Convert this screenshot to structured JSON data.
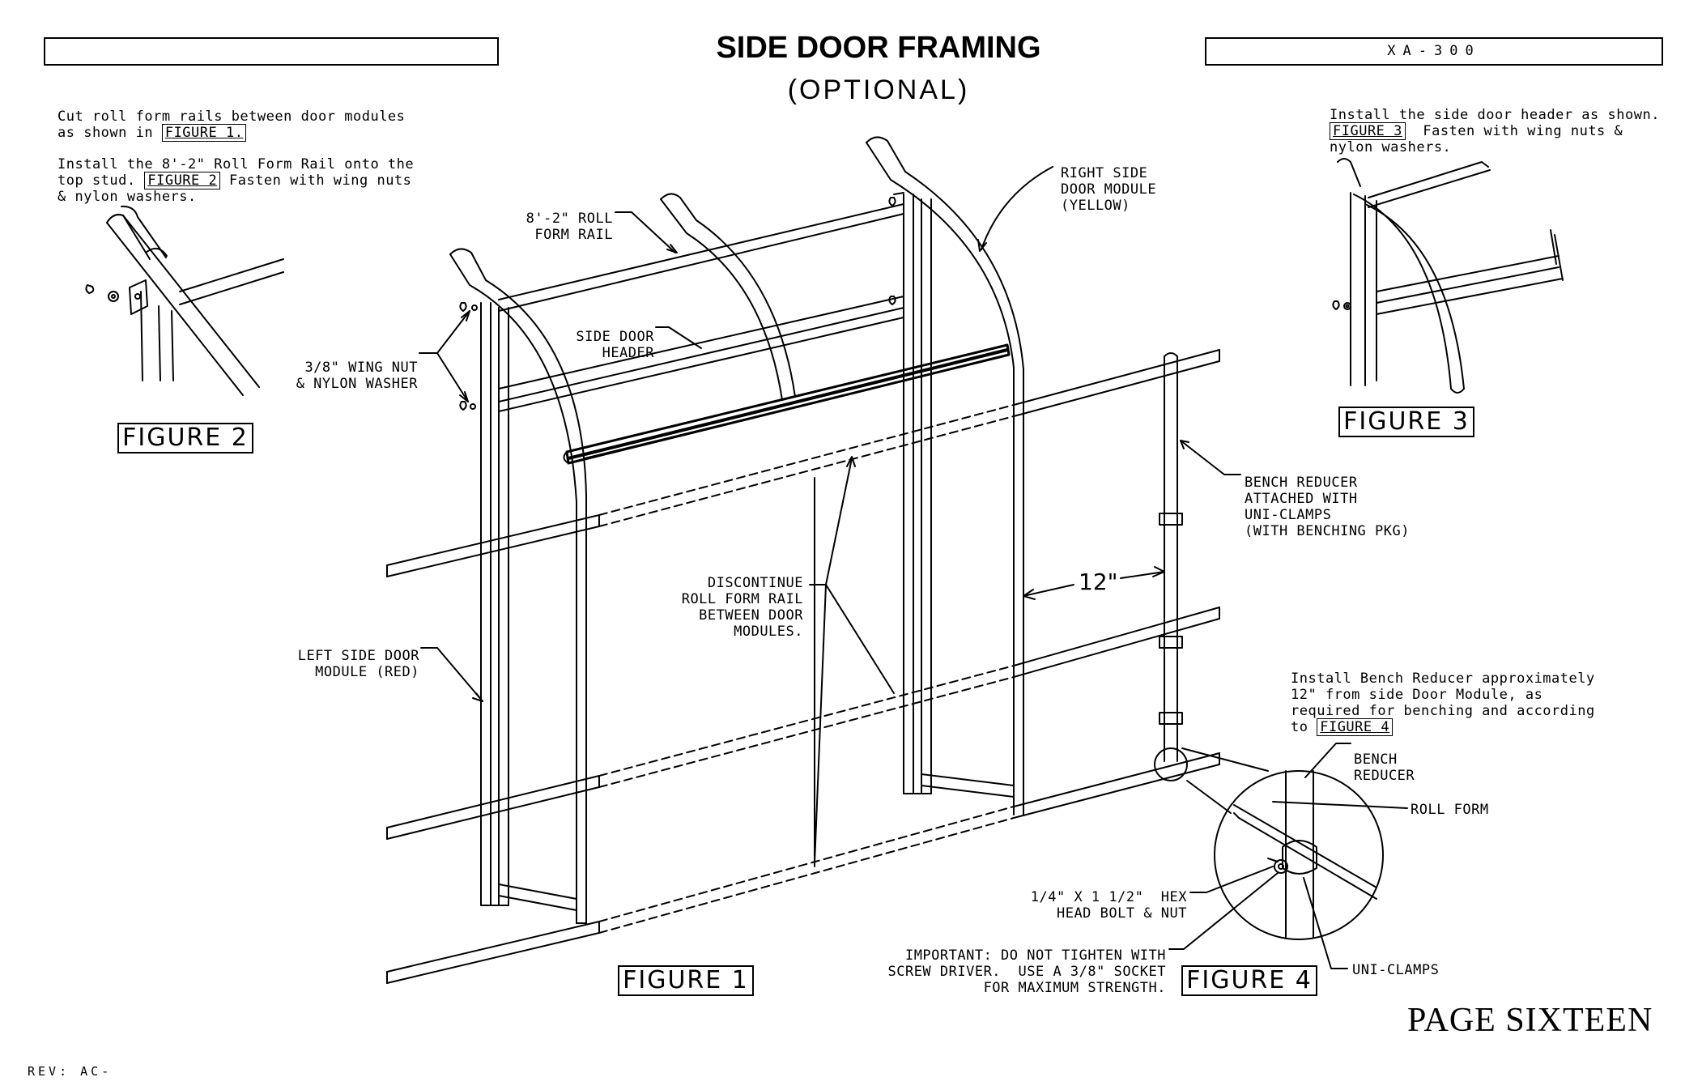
{
  "header": {
    "title": "SIDE DOOR FRAMING",
    "subtitle": "(OPTIONAL)",
    "left_box": "",
    "doc_number": "XA-300"
  },
  "instructions": {
    "step1_line1": "Cut roll form rails between door modules",
    "step1_line2_pre": "as shown in ",
    "step1_ref": "FIGURE 1.",
    "step2_line1": "Install the 8'-2\" Roll Form Rail onto the",
    "step2_line2_pre": "top stud. ",
    "step2_ref": "FIGURE 2",
    "step2_line2_post": " Fasten with wing nuts",
    "step2_line3": "& nylon washers.",
    "step3_line1": "Install the side door header as shown.",
    "step3_ref": "FIGURE 3",
    "step3_line2_post": "  Fasten with wing nuts &",
    "step3_line3": "nylon washers.",
    "step4_line1": "Install Bench Reducer approximately",
    "step4_line2": "12\" from side Door Module, as",
    "step4_line3": "required for benching and according",
    "step4_line4_pre": "to ",
    "step4_ref": "FIGURE 4"
  },
  "callouts": {
    "roll_form_rail": [
      "8'-2\" ROLL",
      "FORM RAIL"
    ],
    "right_module": [
      "RIGHT SIDE",
      "DOOR MODULE",
      "(YELLOW)"
    ],
    "wing_nut": [
      "3/8\" WING NUT",
      "& NYLON WASHER"
    ],
    "side_door_header": [
      "SIDE DOOR",
      "HEADER"
    ],
    "bench_reducer_attached": [
      "BENCH REDUCER",
      "ATTACHED WITH",
      "UNI-CLAMPS",
      "(WITH BENCHING PKG)"
    ],
    "discontinue": [
      "DISCONTINUE",
      "ROLL FORM RAIL",
      "BETWEEN DOOR",
      "MODULES."
    ],
    "dimension": "12\"",
    "left_module": [
      "LEFT SIDE DOOR",
      "MODULE (RED)"
    ],
    "bench_reducer": [
      "BENCH",
      "REDUCER"
    ],
    "roll_form": "ROLL FORM",
    "hex_bolt": [
      "1/4\" X 1 1/2\"  HEX",
      "HEAD BOLT & NUT"
    ],
    "important": [
      "IMPORTANT: DO NOT TIGHTEN WITH",
      "SCREW DRIVER.  USE A 3/8\" SOCKET",
      "FOR MAXIMUM STRENGTH."
    ],
    "uni_clamps": "UNI-CLAMPS"
  },
  "figures": {
    "fig1": "FIGURE 1",
    "fig2": "FIGURE 2",
    "fig3": "FIGURE 3",
    "fig4": "FIGURE 4"
  },
  "footer": {
    "page": "PAGE SIXTEEN",
    "rev": "REV: AC-"
  }
}
